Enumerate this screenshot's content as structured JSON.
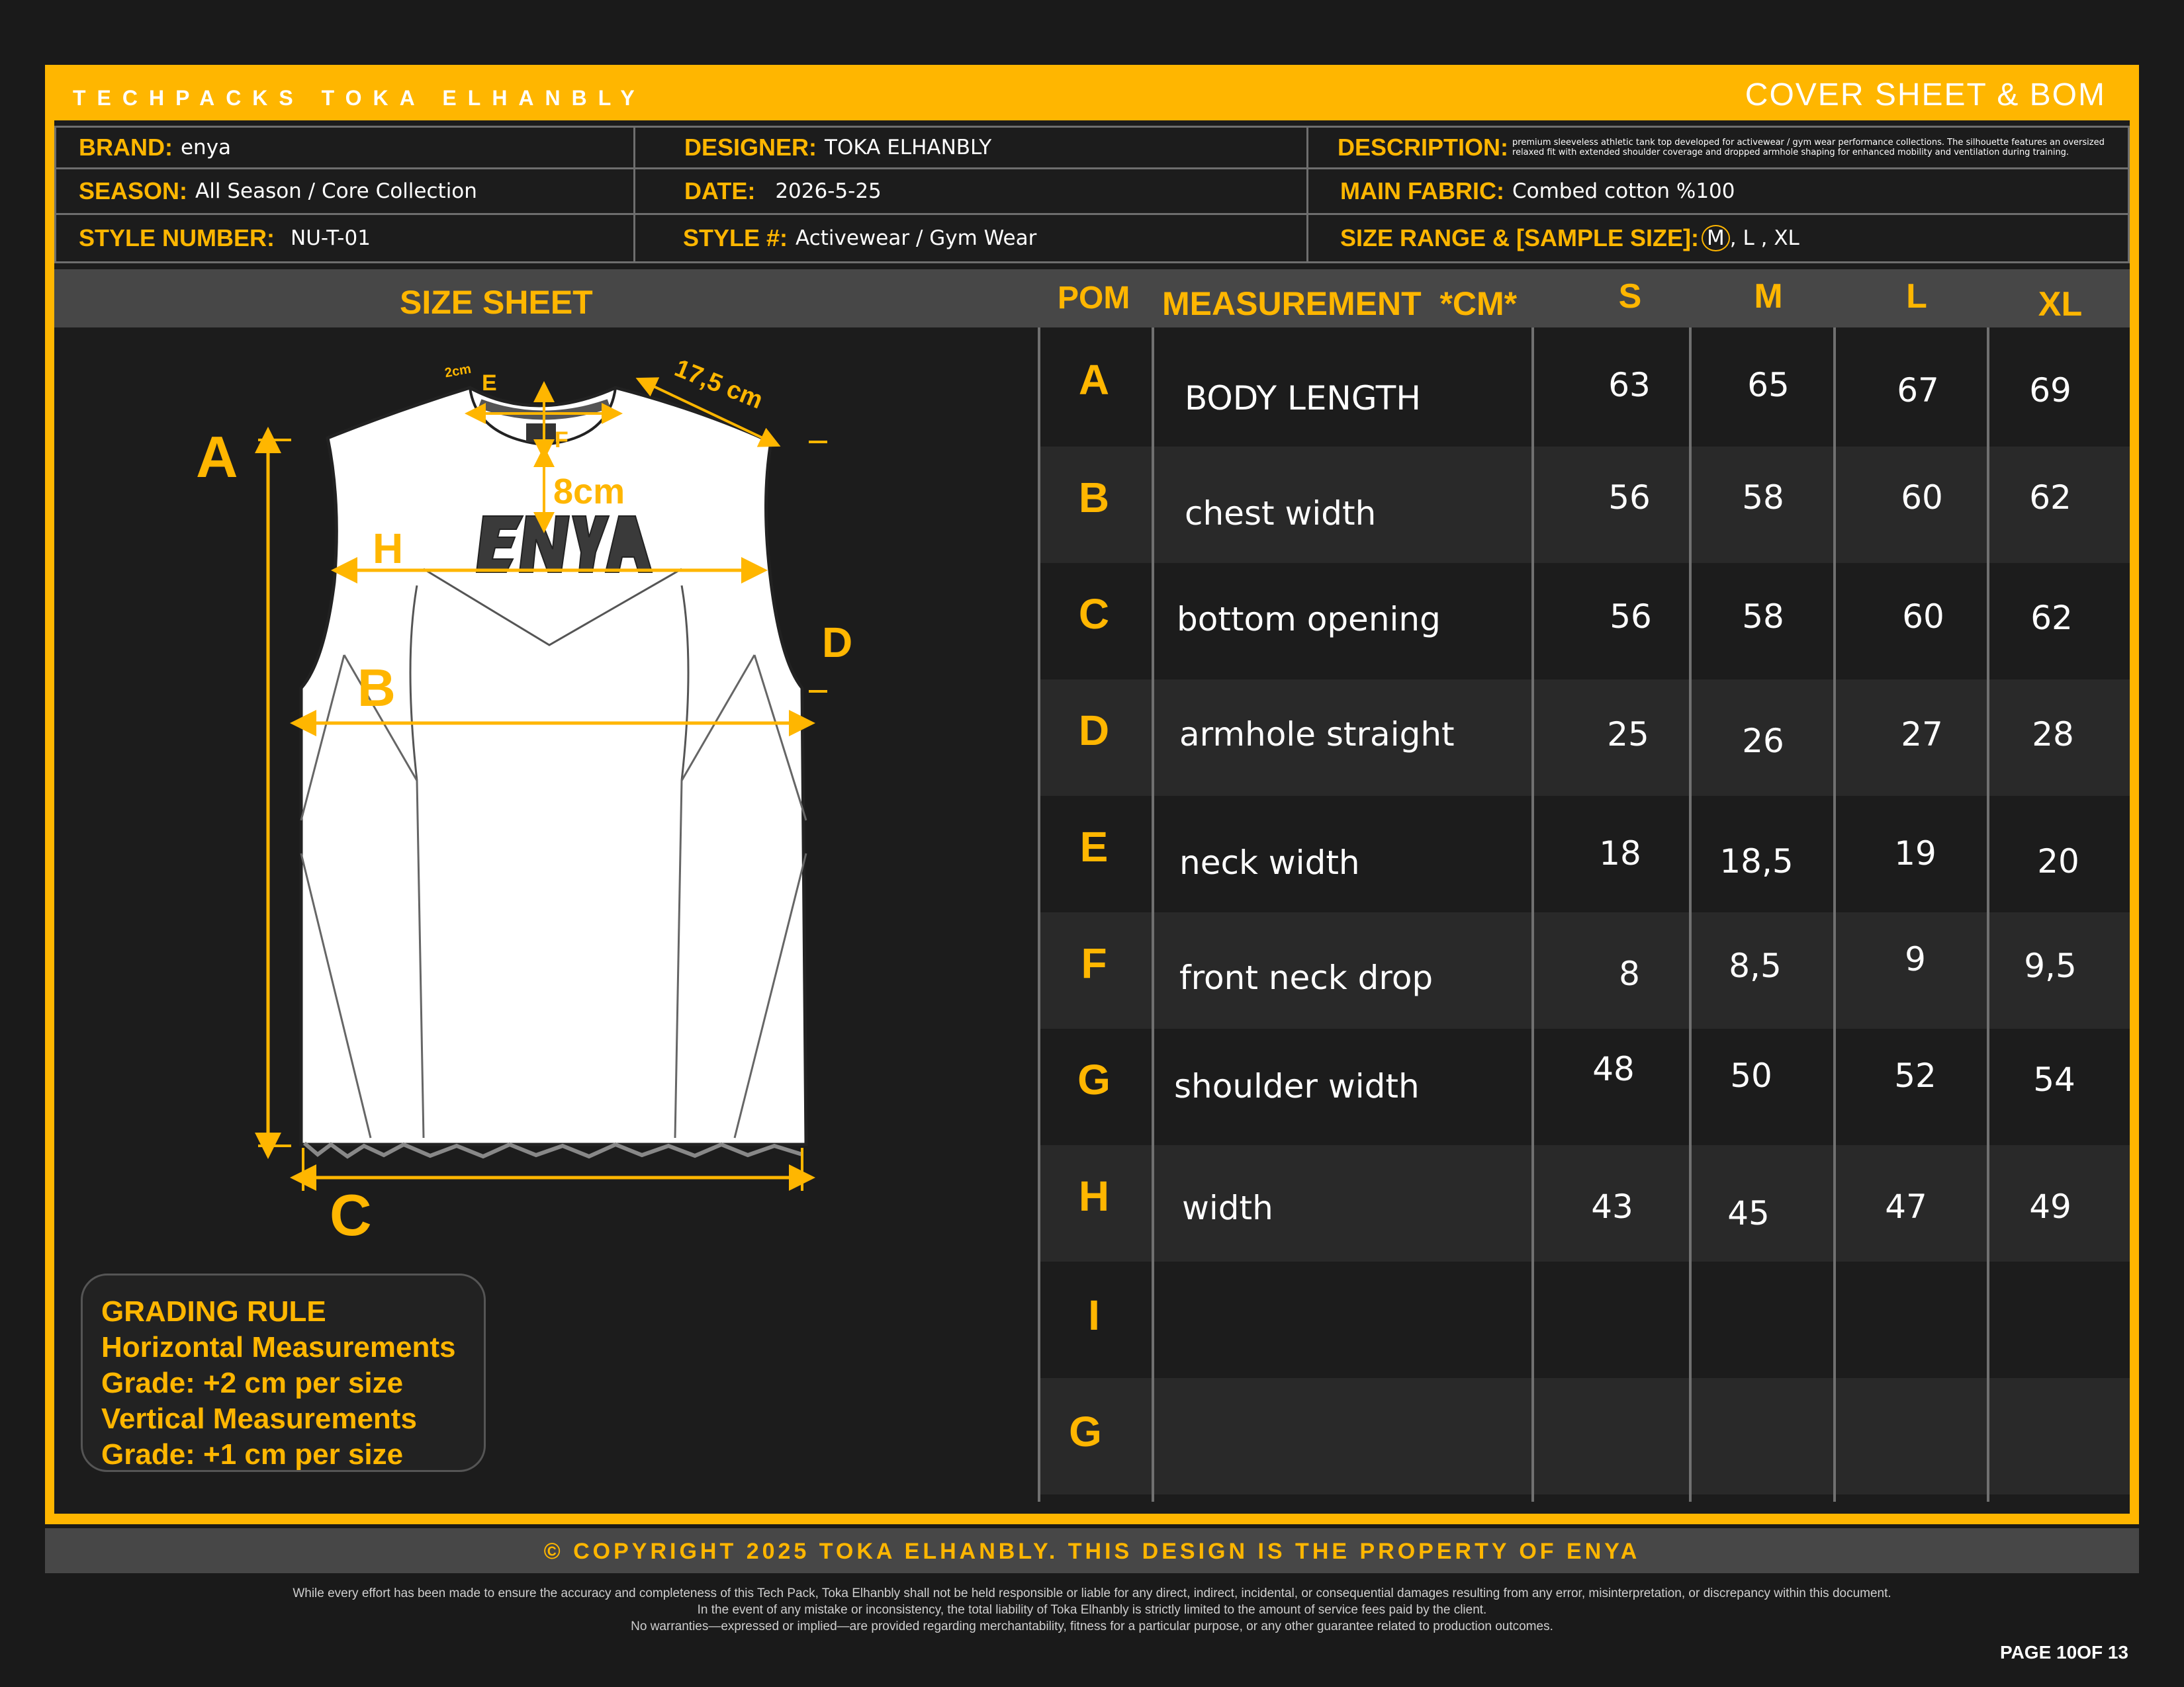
{
  "header": {
    "company": "TECHPACKS TOKA ELHANBLY",
    "sheet_title": "COVER SHEET & BOM",
    "brand_label": "BRAND:",
    "brand": "enya",
    "designer_label": "DESIGNER:",
    "designer": "TOKA ELHANBLY",
    "description_label": "DESCRIPTION:",
    "description": "premium sleeveless athletic tank top developed for activewear / gym wear performance collections. The silhouette features an oversized relaxed fit with extended shoulder coverage and dropped armhole shaping for enhanced mobility and ventilation during training.",
    "season_label": "SEASON:",
    "season": "All Season / Core Collection",
    "date_label": "DATE:",
    "date": "2026-5-25",
    "fabric_label": "MAIN FABRIC:",
    "fabric": "Combed cotton %100",
    "style_number_label": "STYLE NUMBER:",
    "style_number": "NU-T-01",
    "style_label": "STYLE #:",
    "style": "Activewear / Gym Wear",
    "size_range_label": "SIZE RANGE & [SAMPLE SIZE]:",
    "sample_size": "M",
    "size_range_rest": ", L , XL"
  },
  "size_sheet": {
    "title": "SIZE SHEET",
    "pom_header": "POM",
    "measurement_header": "MEASUREMENT  *CM*",
    "sizes": [
      "S",
      "M",
      "L",
      "XL"
    ],
    "rows": [
      {
        "pom": "A",
        "name": "BODY LENGTH",
        "values": [
          "63",
          "65",
          "67",
          "69"
        ]
      },
      {
        "pom": "B",
        "name": "chest width",
        "values": [
          "56",
          "58",
          "60",
          "62"
        ]
      },
      {
        "pom": "C",
        "name": "bottom opening",
        "values": [
          "56",
          "58",
          "60",
          "62"
        ]
      },
      {
        "pom": "D",
        "name": "armhole straight",
        "values": [
          "25",
          "26",
          "27",
          "28"
        ]
      },
      {
        "pom": "E",
        "name": "neck width",
        "values": [
          "18",
          "18,5",
          "19",
          "20"
        ]
      },
      {
        "pom": "F",
        "name": "front neck drop",
        "values": [
          "8",
          "8,5",
          "9",
          "9,5"
        ]
      },
      {
        "pom": "G",
        "name": "shoulder width",
        "values": [
          "48",
          "50",
          "52",
          "54"
        ]
      },
      {
        "pom": "H",
        "name": "width",
        "values": [
          "43",
          "45",
          "47",
          "49"
        ]
      },
      {
        "pom": "I",
        "name": "",
        "values": [
          "",
          "",
          "",
          ""
        ]
      },
      {
        "pom": "G",
        "name": "",
        "values": [
          "",
          "",
          "",
          ""
        ]
      }
    ]
  },
  "diagram": {
    "labels": {
      "a": "A",
      "b": "B",
      "c": "C",
      "d": "D",
      "e": "E",
      "f": "F",
      "h": "H"
    },
    "neck_rib": "2cm",
    "shoulder": "17,5 cm",
    "neck_drop": "8cm",
    "logo": "ENYA"
  },
  "grading": {
    "title": "GRADING RULE",
    "line1": "Horizontal Measurements",
    "line2": "Grade: +2 cm per size",
    "line3": "Vertical Measurements",
    "line4": "Grade: +1 cm per size"
  },
  "footer": {
    "copyright": "© COPYRIGHT 2025 TOKA ELHANBLY.  THIS DESIGN IS THE PROPERTY OF ENYA",
    "disclaimer1": "While every effort has been made to ensure the accuracy and completeness of this Tech Pack, Toka Elhanbly shall not be held responsible or liable for any direct, indirect, incidental, or consequential damages resulting from any error, misinterpretation, or discrepancy within this document.",
    "disclaimer2": "In the event of any mistake or inconsistency, the total liability of Toka Elhanbly is strictly limited to the amount of service fees paid by the client.",
    "disclaimer3": "No warranties—expressed or implied—are provided regarding merchantability, fitness for a particular purpose, or any other guarantee related to production outcomes.",
    "page": "PAGE 10OF 13"
  },
  "colors": {
    "accent": "#ffb600",
    "background": "#1a1a1a",
    "band": "#474747"
  }
}
